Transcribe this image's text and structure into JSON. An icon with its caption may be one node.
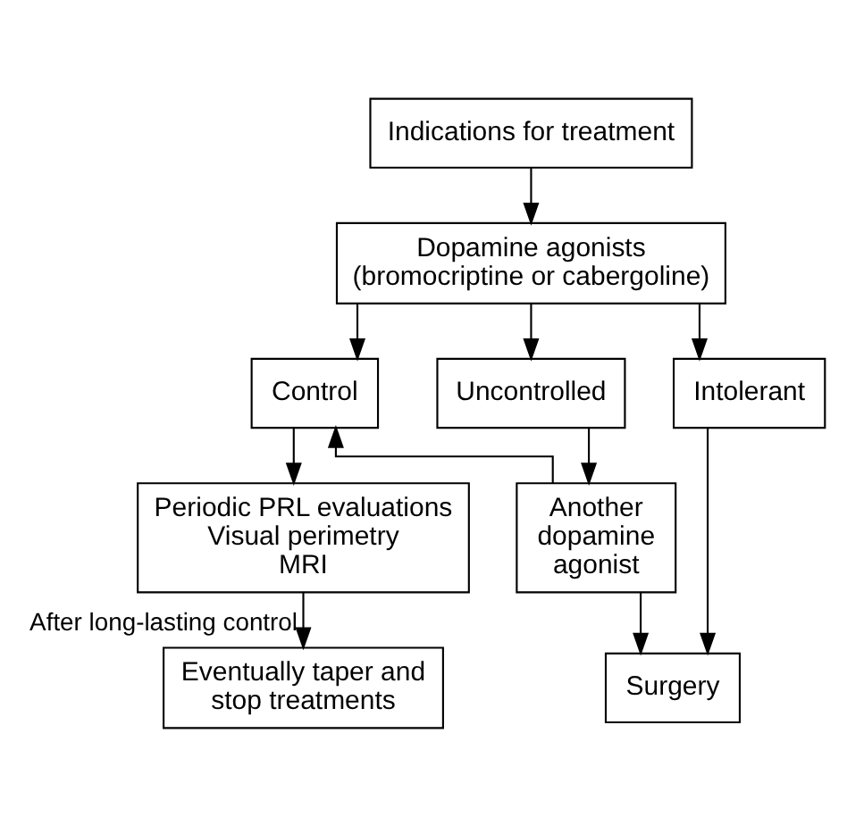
{
  "diagram": {
    "nodes": [
      {
        "text": [
          "Indications for treatment"
        ]
      },
      {
        "text": [
          "Dopamine agonists (bromocriptine or cabergoline)"
        ]
      },
      {
        "text": [
          "Control"
        ]
      },
      {
        "text": [
          "Uncontrolled"
        ]
      },
      {
        "text": [
          "Intolerant"
        ]
      },
      {
        "text": [
          "Periodic PRL evaluations",
          "Visual perimetry",
          "MRI"
        ]
      },
      {
        "text": [
          "Another dopamine agonist"
        ]
      },
      {
        "text": [
          "Eventually taper and stop treatments"
        ]
      },
      {
        "text": [
          "Surgery"
        ]
      }
    ],
    "edges": [
      {
        "from": 0,
        "to": 1,
        "arrow": "to"
      },
      {
        "from": 1,
        "to": 2,
        "arrow": "to"
      },
      {
        "from": 1,
        "to": 3,
        "arrow": "to"
      },
      {
        "from": 1,
        "to": 4,
        "arrow": "to"
      },
      {
        "from": 2,
        "to": 5,
        "arrow": "to"
      },
      {
        "from": 3,
        "to": 6,
        "arrow": "to"
      },
      {
        "from": 6,
        "to": 2,
        "arrow": "to"
      },
      {
        "from": 5,
        "to": 7,
        "arrow": "to",
        "label": "After long-lasting control"
      },
      {
        "from": 6,
        "to": 8,
        "arrow": "to"
      },
      {
        "from": 4,
        "to": 8,
        "arrow": "to"
      }
    ]
  }
}
